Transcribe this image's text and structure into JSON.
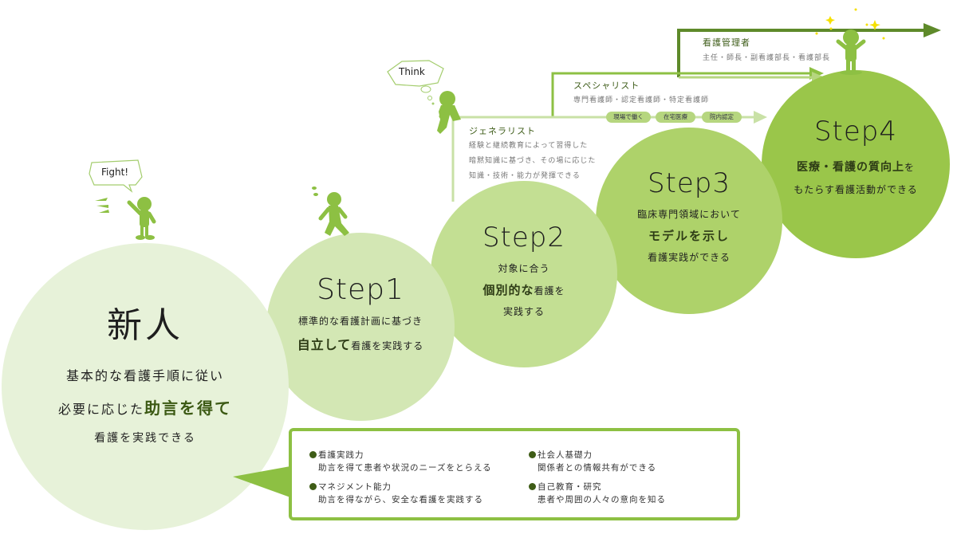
{
  "colors": {
    "newbie_circle": "#e7f2d9",
    "step1_circle": "#d3e7b4",
    "step2_circle": "#c3df93",
    "step3_circle": "#aed26a",
    "step4_circle": "#9ac64a",
    "figure": "#8dc043",
    "highlight_text": "#3c5a14",
    "manager_line": "#5e8a2a",
    "specialist_line": "#8dc043",
    "generalist_line": "#c9e1a6",
    "star": "#f5e000"
  },
  "newbie": {
    "title": "新人",
    "line1": "基本的な看護手順に従い",
    "line2_prefix": "必要に応じた",
    "line2_highlight": "助言を得て",
    "line3": "看護を実践できる",
    "speech": "Fight!"
  },
  "step1": {
    "title": "Step1",
    "line1": "標準的な看護計画に基づき",
    "line2_highlight": "自立して",
    "line2_suffix": "看護を実践する"
  },
  "step2": {
    "title": "Step2",
    "line1": "対象に合う",
    "line2_highlight": "個別的な",
    "line2_suffix": "看護を",
    "line3": "実践する",
    "thought": "Think"
  },
  "step3": {
    "title": "Step3",
    "line1": "臨床専門領域において",
    "line2_highlight": "モデルを示し",
    "line3": "看護実践ができる"
  },
  "step4": {
    "title": "Step4",
    "line1_highlight": "医療・看護の質向上",
    "line1_suffix": "を",
    "line2": "もたらす看護活動ができる"
  },
  "career_paths": {
    "manager": {
      "title": "看護管理者",
      "desc": "主任・師長・副看護部長・看護部長"
    },
    "specialist": {
      "title": "スペシャリスト",
      "desc": "専門看護師・認定看護師・特定看護師",
      "chips": [
        "現場で働く",
        "在宅医療",
        "院内認定"
      ]
    },
    "generalist": {
      "title": "ジェネラリスト",
      "desc_lines": [
        "経験と継続教育によって習得した",
        "暗黙知識に基づき、その場に応じた",
        "知識・技術・能力が発揮できる"
      ]
    }
  },
  "skills": [
    {
      "title": "看護実践力",
      "desc": "助言を得て患者や状況のニーズをとらえる"
    },
    {
      "title": "マネジメント能力",
      "desc": "助言を得ながら、安全な看護を実践する"
    },
    {
      "title": "社会人基礎力",
      "desc": "関係者との情報共有ができる"
    },
    {
      "title": "自己教育・研究",
      "desc": "患者や周囲の人々の意向を知る"
    }
  ]
}
